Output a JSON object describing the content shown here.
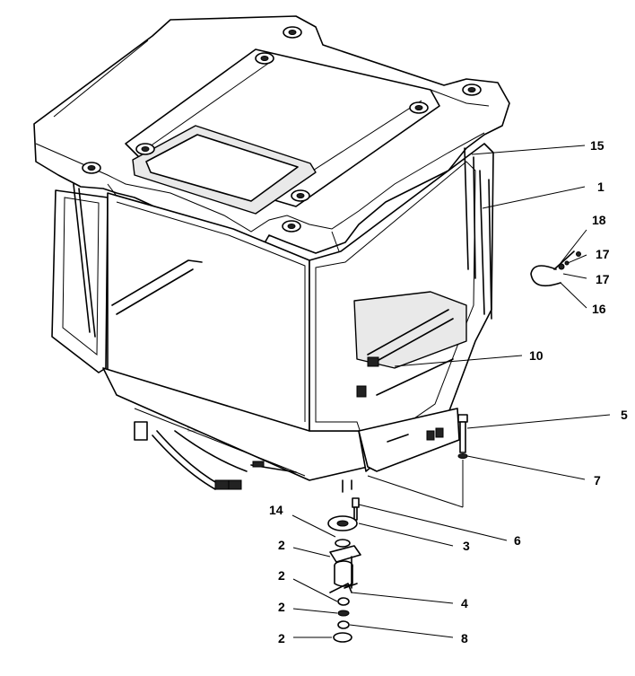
{
  "callouts": {
    "c15": "15",
    "c1": "1",
    "c18": "18",
    "c17a": "17",
    "c17b": "17",
    "c16": "16",
    "c10": "10",
    "c5": "5",
    "c7": "7",
    "c6": "6",
    "c14": "14",
    "c3": "3",
    "c2a": "2",
    "c2b": "2",
    "c2c": "2",
    "c2d": "2",
    "c4": "4",
    "c8": "8"
  },
  "colors": {
    "line": "#000000",
    "watermark": "#bdbdbd",
    "background": "#ffffff"
  }
}
